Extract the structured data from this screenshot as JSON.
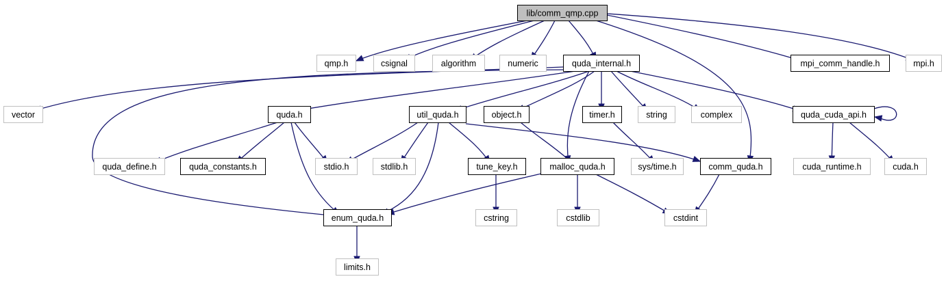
{
  "colors": {
    "edge": "#191970",
    "root_fill": "#bfbfbf",
    "root_border": "#000000",
    "documented_border": "#000000",
    "external_border": "#bfbfbf",
    "node_fill": "#ffffff"
  },
  "nodes": [
    {
      "id": "comm_qmp",
      "label": "lib/comm_qmp.cpp",
      "kind": "root"
    },
    {
      "id": "qmp",
      "label": "qmp.h",
      "kind": "external"
    },
    {
      "id": "csignal",
      "label": "csignal",
      "kind": "external"
    },
    {
      "id": "algorithm",
      "label": "algorithm",
      "kind": "external"
    },
    {
      "id": "numeric",
      "label": "numeric",
      "kind": "external"
    },
    {
      "id": "quda_internal",
      "label": "quda_internal.h",
      "kind": "documented"
    },
    {
      "id": "mpi_comm_handle",
      "label": "mpi_comm_handle.h",
      "kind": "documented"
    },
    {
      "id": "mpi",
      "label": "mpi.h",
      "kind": "external"
    },
    {
      "id": "vector",
      "label": "vector",
      "kind": "external"
    },
    {
      "id": "quda",
      "label": "quda.h",
      "kind": "documented"
    },
    {
      "id": "util_quda",
      "label": "util_quda.h",
      "kind": "documented"
    },
    {
      "id": "object",
      "label": "object.h",
      "kind": "documented"
    },
    {
      "id": "timer",
      "label": "timer.h",
      "kind": "documented"
    },
    {
      "id": "string",
      "label": "string",
      "kind": "external"
    },
    {
      "id": "complex",
      "label": "complex",
      "kind": "external"
    },
    {
      "id": "quda_cuda_api",
      "label": "quda_cuda_api.h",
      "kind": "documented"
    },
    {
      "id": "quda_define",
      "label": "quda_define.h",
      "kind": "external"
    },
    {
      "id": "quda_constants",
      "label": "quda_constants.h",
      "kind": "documented"
    },
    {
      "id": "stdio",
      "label": "stdio.h",
      "kind": "external"
    },
    {
      "id": "stdlib",
      "label": "stdlib.h",
      "kind": "external"
    },
    {
      "id": "tune_key",
      "label": "tune_key.h",
      "kind": "documented"
    },
    {
      "id": "malloc_quda",
      "label": "malloc_quda.h",
      "kind": "documented"
    },
    {
      "id": "systime",
      "label": "sys/time.h",
      "kind": "external"
    },
    {
      "id": "comm_quda",
      "label": "comm_quda.h",
      "kind": "documented"
    },
    {
      "id": "cuda_runtime",
      "label": "cuda_runtime.h",
      "kind": "external"
    },
    {
      "id": "cuda",
      "label": "cuda.h",
      "kind": "external"
    },
    {
      "id": "enum_quda",
      "label": "enum_quda.h",
      "kind": "documented"
    },
    {
      "id": "cstring",
      "label": "cstring",
      "kind": "external"
    },
    {
      "id": "cstdlib",
      "label": "cstdlib",
      "kind": "external"
    },
    {
      "id": "cstdint",
      "label": "cstdint",
      "kind": "external"
    },
    {
      "id": "limits",
      "label": "limits.h",
      "kind": "external"
    }
  ],
  "edges": [
    {
      "from": "comm_qmp",
      "to": "qmp"
    },
    {
      "from": "comm_qmp",
      "to": "csignal"
    },
    {
      "from": "comm_qmp",
      "to": "algorithm"
    },
    {
      "from": "comm_qmp",
      "to": "numeric"
    },
    {
      "from": "comm_qmp",
      "to": "quda_internal"
    },
    {
      "from": "comm_qmp",
      "to": "comm_quda"
    },
    {
      "from": "comm_qmp",
      "to": "mpi_comm_handle"
    },
    {
      "from": "comm_qmp",
      "to": "mpi"
    },
    {
      "from": "quda_internal",
      "to": "vector"
    },
    {
      "from": "quda_internal",
      "to": "quda"
    },
    {
      "from": "quda_internal",
      "to": "enum_quda"
    },
    {
      "from": "quda_internal",
      "to": "util_quda"
    },
    {
      "from": "quda_internal",
      "to": "object"
    },
    {
      "from": "quda_internal",
      "to": "malloc_quda"
    },
    {
      "from": "quda_internal",
      "to": "timer"
    },
    {
      "from": "quda_internal",
      "to": "string"
    },
    {
      "from": "quda_internal",
      "to": "complex"
    },
    {
      "from": "quda_internal",
      "to": "quda_cuda_api"
    },
    {
      "from": "quda",
      "to": "quda_define"
    },
    {
      "from": "quda",
      "to": "quda_constants"
    },
    {
      "from": "quda",
      "to": "stdio"
    },
    {
      "from": "quda",
      "to": "enum_quda"
    },
    {
      "from": "util_quda",
      "to": "stdio"
    },
    {
      "from": "util_quda",
      "to": "stdlib"
    },
    {
      "from": "util_quda",
      "to": "tune_key"
    },
    {
      "from": "util_quda",
      "to": "enum_quda"
    },
    {
      "from": "util_quda",
      "to": "comm_quda"
    },
    {
      "from": "object",
      "to": "malloc_quda"
    },
    {
      "from": "timer",
      "to": "systime"
    },
    {
      "from": "quda_cuda_api",
      "to": "quda_cuda_api"
    },
    {
      "from": "quda_cuda_api",
      "to": "cuda_runtime"
    },
    {
      "from": "quda_cuda_api",
      "to": "cuda"
    },
    {
      "from": "tune_key",
      "to": "cstring"
    },
    {
      "from": "malloc_quda",
      "to": "enum_quda"
    },
    {
      "from": "malloc_quda",
      "to": "cstdlib"
    },
    {
      "from": "malloc_quda",
      "to": "cstdint"
    },
    {
      "from": "comm_quda",
      "to": "cstdint"
    },
    {
      "from": "enum_quda",
      "to": "limits"
    }
  ]
}
